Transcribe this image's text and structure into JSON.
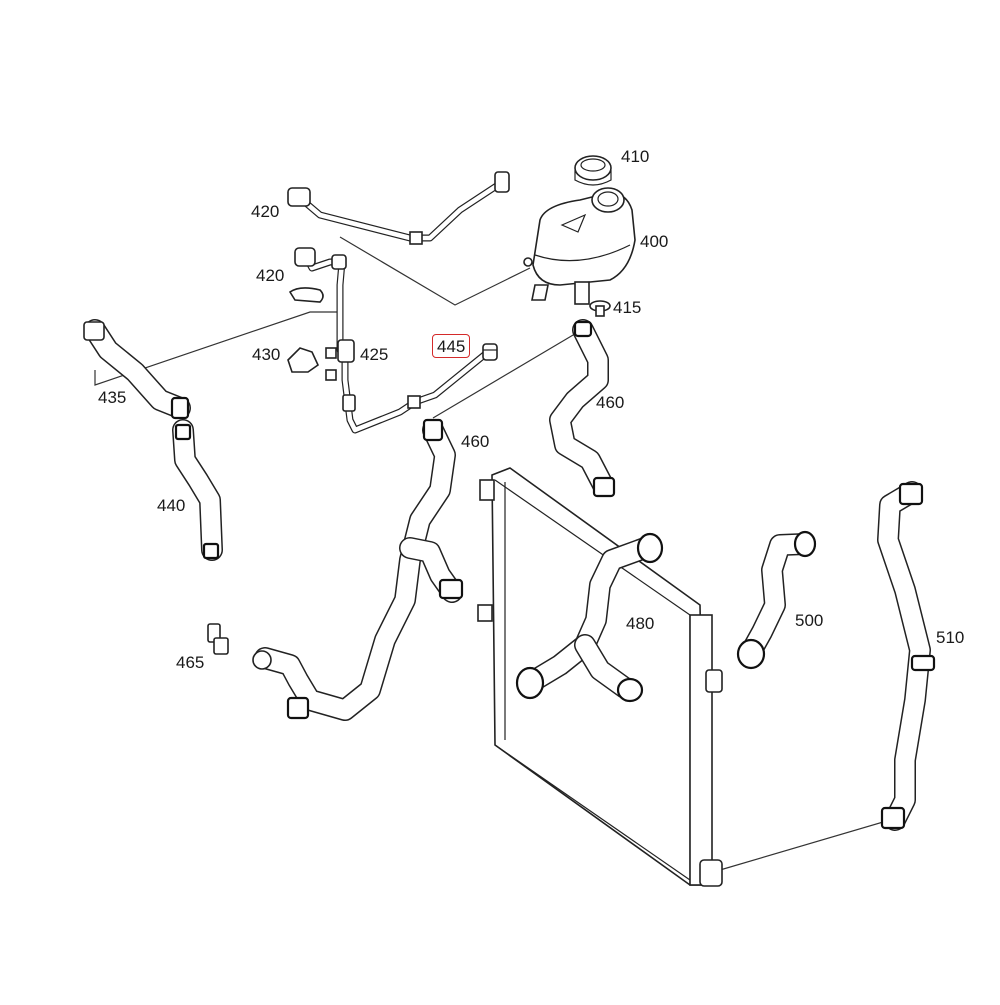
{
  "diagram": {
    "callouts": [
      {
        "id": "410",
        "label": "410"
      },
      {
        "id": "400",
        "label": "400"
      },
      {
        "id": "415",
        "label": "415"
      },
      {
        "id": "420a",
        "label": "420"
      },
      {
        "id": "420b",
        "label": "420"
      },
      {
        "id": "425",
        "label": "425"
      },
      {
        "id": "430",
        "label": "430"
      },
      {
        "id": "435",
        "label": "435"
      },
      {
        "id": "440",
        "label": "440"
      },
      {
        "id": "445",
        "label": "445",
        "highlighted": true
      },
      {
        "id": "460a",
        "label": "460"
      },
      {
        "id": "460b",
        "label": "460"
      },
      {
        "id": "465",
        "label": "465"
      },
      {
        "id": "480",
        "label": "480"
      },
      {
        "id": "500",
        "label": "500"
      },
      {
        "id": "510",
        "label": "510"
      }
    ],
    "highlight_color": "#d42a2a"
  }
}
